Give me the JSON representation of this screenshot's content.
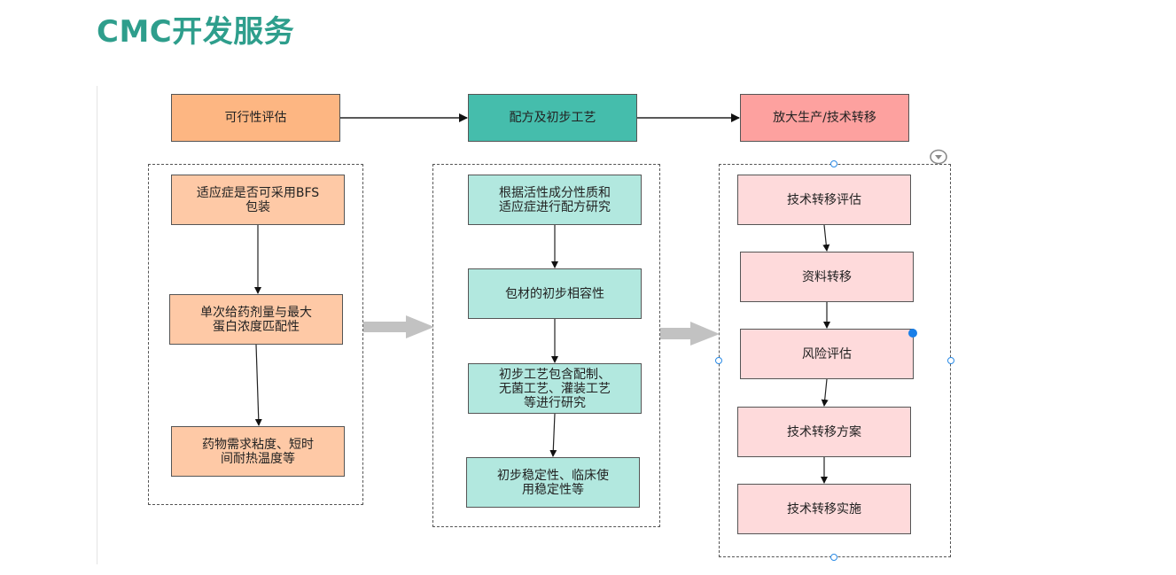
{
  "title": "CMC开发服务",
  "colors": {
    "title": "#2e9e8c",
    "stage1": "#fdb682",
    "stage2": "#45bdac",
    "stage3": "#fda19f",
    "stage1_step": "#fec9a6",
    "stage2_step": "#b2e8df",
    "stage3_step": "#fedadb",
    "selection_handle": "#1a7fe8"
  },
  "stages": [
    {
      "label": "可行性评估",
      "steps": [
        "适应症是否可采用BFS\n包装",
        "单次给药剂量与最大\n蛋白浓度匹配性",
        "药物需求粘度、短时\n间耐热温度等"
      ]
    },
    {
      "label": "配方及初步工艺",
      "steps": [
        "根据活性成分性质和\n适应症进行配方研究",
        "包材的初步相容性",
        "初步工艺包含配制、\n无菌工艺、灌装工艺\n等进行研究",
        "初步稳定性、临床使\n用稳定性等"
      ]
    },
    {
      "label": "放大生产/技术转移",
      "steps": [
        "技术转移评估",
        "资料转移",
        "风险评估",
        "技术转移方案",
        "技术转移实施"
      ]
    }
  ],
  "icons": {
    "dropdown": "chevron-down-circle-icon",
    "flow_arrow": "gray-block-arrow-icon"
  }
}
